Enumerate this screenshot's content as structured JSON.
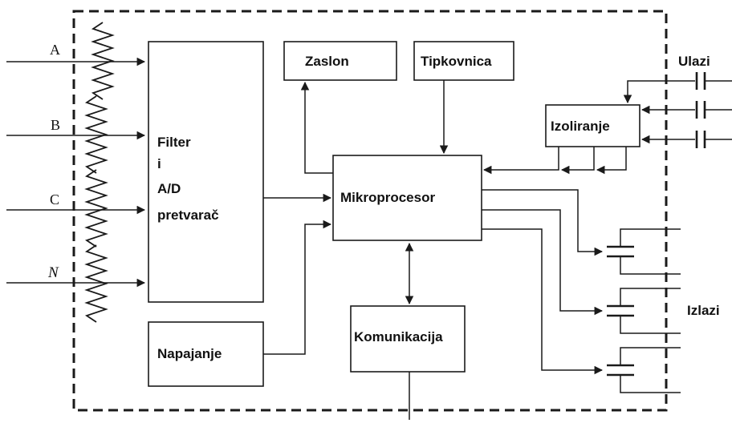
{
  "blocks": {
    "filter_line1": "Filter",
    "filter_line2": "i",
    "filter_line3": "A/D",
    "filter_line4": "pretvarač",
    "zaslon": "Zaslon",
    "tipkovnica": "Tipkovnica",
    "mikroprocesor": "Mikroprocesor",
    "izoliranje": "Izoliranje",
    "napajanje": "Napajanje",
    "komunikacija": "Komunikacija"
  },
  "inputs": {
    "phase_a": "A",
    "phase_b": "B",
    "phase_c": "C",
    "phase_n": "N"
  },
  "side_labels": {
    "ulazi": "Ulazi",
    "izlazi": "Izlazi"
  }
}
